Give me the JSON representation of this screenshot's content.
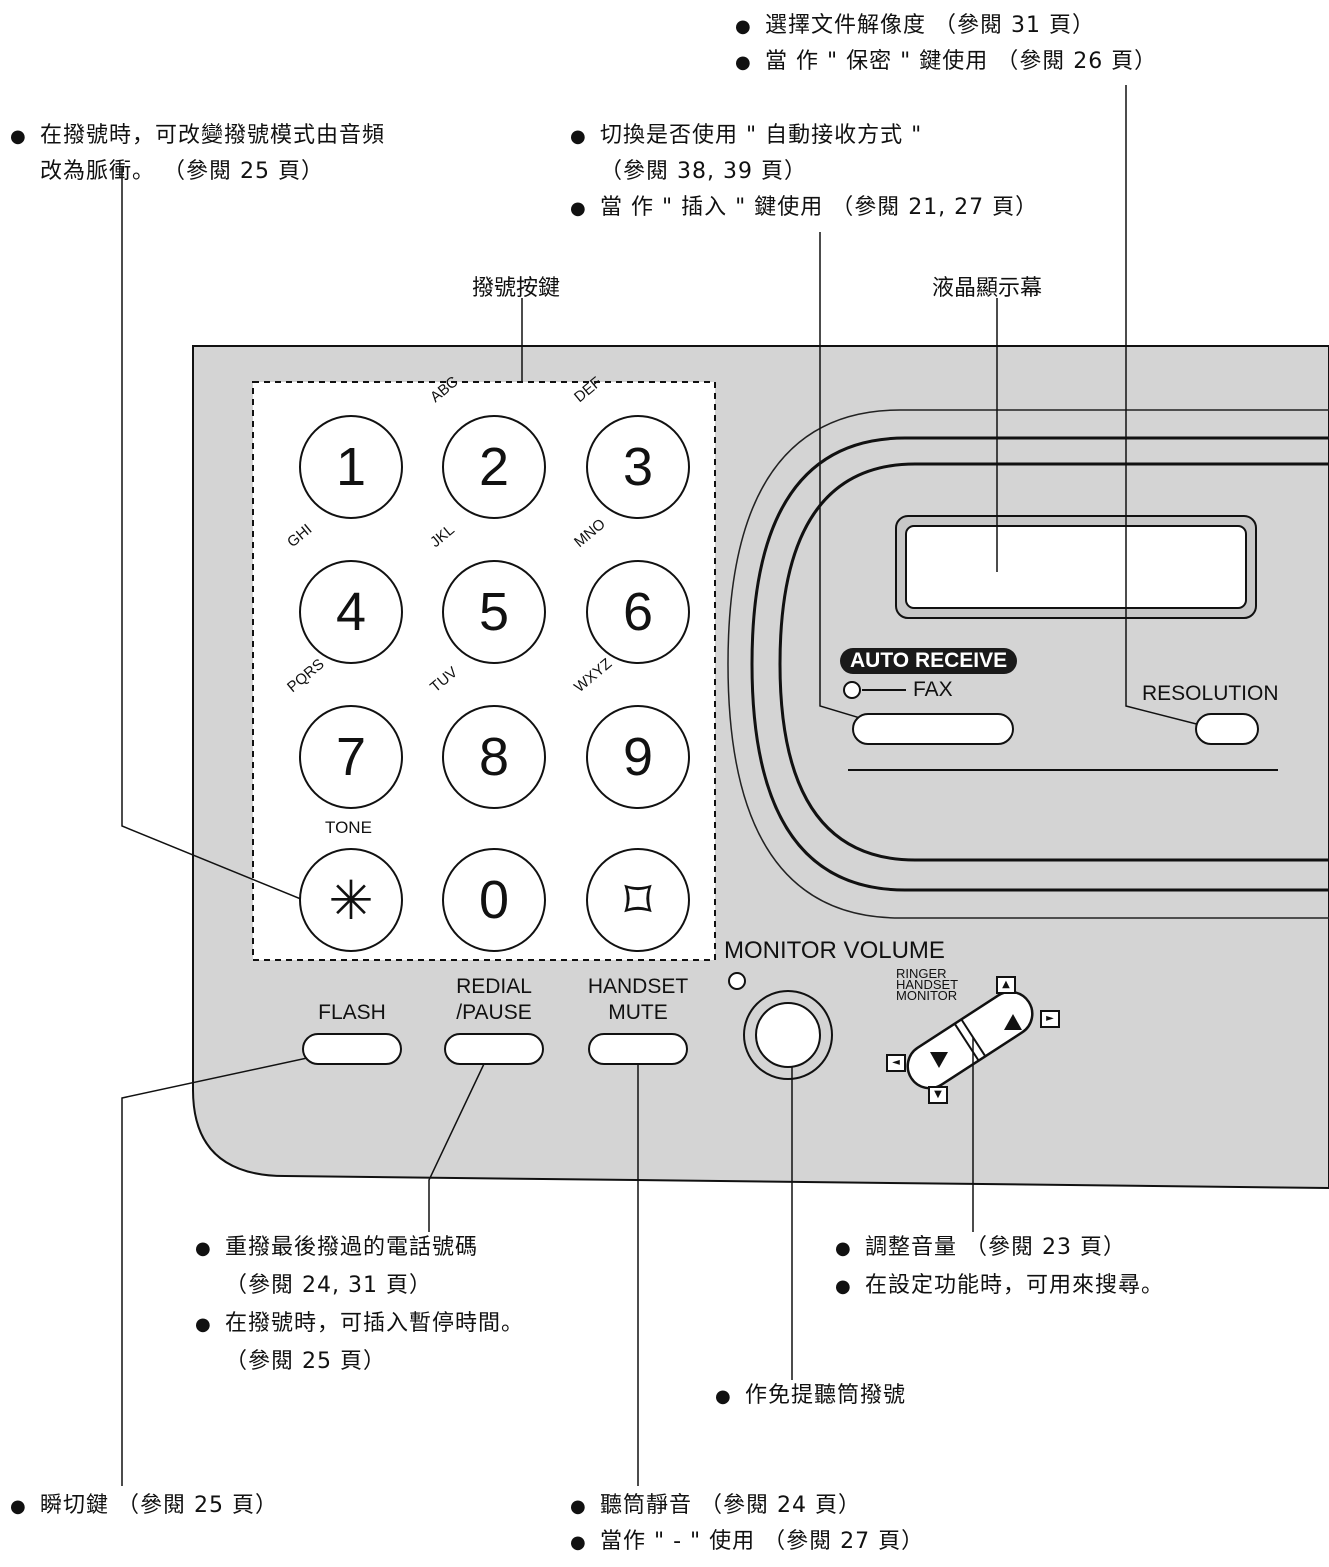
{
  "keypad": {
    "title": "撥號按鍵",
    "keys": [
      {
        "digit": "1",
        "letters": ""
      },
      {
        "digit": "2",
        "letters": "ABC"
      },
      {
        "digit": "3",
        "letters": "DEF"
      },
      {
        "digit": "4",
        "letters": "GHI"
      },
      {
        "digit": "5",
        "letters": "JKL"
      },
      {
        "digit": "6",
        "letters": "MNO"
      },
      {
        "digit": "7",
        "letters": "PQRS"
      },
      {
        "digit": "8",
        "letters": "TUV"
      },
      {
        "digit": "9",
        "letters": "WXYZ"
      },
      {
        "digit": "✳",
        "letters": ""
      },
      {
        "digit": "0",
        "letters": ""
      },
      {
        "digit": "⌑",
        "letters": ""
      }
    ],
    "tone_label": "TONE"
  },
  "lcd": {
    "title": "液晶顯示幕"
  },
  "buttons": {
    "flash": "FLASH",
    "redial_line1": "REDIAL",
    "redial_line2": "/PAUSE",
    "mute_line1": "HANDSET",
    "mute_line2": "MUTE",
    "auto_receive": "AUTO RECEIVE",
    "fax": "FAX",
    "resolution": "RESOLUTION",
    "monitor_volume": "MONITOR VOLUME",
    "ringer": "RINGER",
    "handset": "HANDSET",
    "monitor": "MONITOR"
  },
  "notes": {
    "resolution_1": "選擇文件解像度 （參閱 31 頁）",
    "resolution_2": "當 作 \" 保密 \" 鍵使用 （參閱 26 頁）",
    "tone_1": "在撥號時，可改變撥號模式由音頻",
    "tone_2": "改為脈衝。 （參閱 25 頁）",
    "auto_1": "切換是否使用 \" 自動接收方式 \"",
    "auto_2": "（參閱 38, 39 頁）",
    "auto_3": "當 作 \" 插入 \" 鍵使用 （參閱 21, 27 頁）",
    "redial_1": "重撥最後撥過的電話號碼",
    "redial_2": "（參閱 24, 31 頁）",
    "redial_3": "在撥號時，可插入暫停時間。",
    "redial_4": "（參閱 25 頁）",
    "volume_1": "調整音量 （參閱 23 頁）",
    "volume_2": "在設定功能時，可用來搜尋。",
    "monitor_1": "作免提聽筒撥號",
    "flash_1": "瞬切鍵 （參閱 25 頁）",
    "mute_1": "聽筒靜音 （參閱 24 頁）",
    "mute_2": "當作 \" - \" 使用 （參閱 27 頁）"
  },
  "colors": {
    "panel": "#d4d4d4",
    "line": "#111111",
    "button": "#ffffff"
  }
}
